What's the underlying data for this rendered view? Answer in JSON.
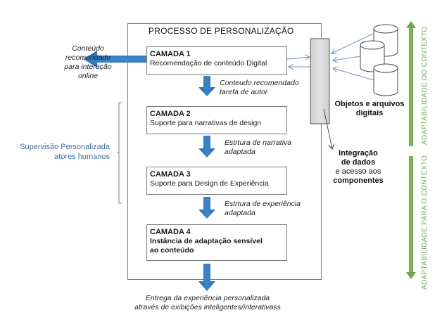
{
  "diagram": {
    "frame_title": "PROCESSO DE PERSONALIZAÇÃO",
    "layers": [
      {
        "title": "CAMADA 1",
        "desc": "Recomendação de conteúdo Digital"
      },
      {
        "title": "CAMADA 2",
        "desc": "Suporte para narrativas de design"
      },
      {
        "title": "CAMADA 3",
        "desc": "Suporte para Design de Experiência"
      },
      {
        "title": "CAMADA 4",
        "desc_line1": "Instância de adaptação sensível",
        "desc_line2": "ao conteúdo"
      }
    ],
    "flow_labels": {
      "l1_to_l2_line1": "Conteudo recomendado",
      "l1_to_l2_line2": "tarefa de autor",
      "l2_to_l3_line1": "Estrtura de narrativa",
      "l2_to_l3_line2": "adaptada",
      "l3_to_l4_line1": "Estrtura de experiência",
      "l3_to_l4_line2": "adaptada",
      "output_line1": "Entrega da experiência personalizada",
      "output_line2": "através de exibições inteligentes/interativass"
    },
    "left_output": {
      "line1": "Conteúdo",
      "line2": "recomendado",
      "line3": "para interação",
      "line4": "online"
    },
    "supervision": {
      "line1": "Supervisão Personalizada",
      "line2": "atores humanos"
    },
    "objects": {
      "line1": "Objetos e arquivos",
      "line2": "digitais"
    },
    "integration": {
      "line1": "Integração",
      "line2": "de dados",
      "line3": "e acesso aos",
      "line4": "componentes"
    },
    "axis_top": "ADAPTABILIDADE DO CONTEXTO",
    "axis_bottom": "ADAPTABILIDADE PARA O CONTEXTO",
    "colors": {
      "flow_arrow": "#2e75b6",
      "axis_green": "#70ad47",
      "supervision_blue": "#3b6ea8",
      "connector_blue": "#6f93bd",
      "integration_bar": "#d9d9d9"
    }
  }
}
